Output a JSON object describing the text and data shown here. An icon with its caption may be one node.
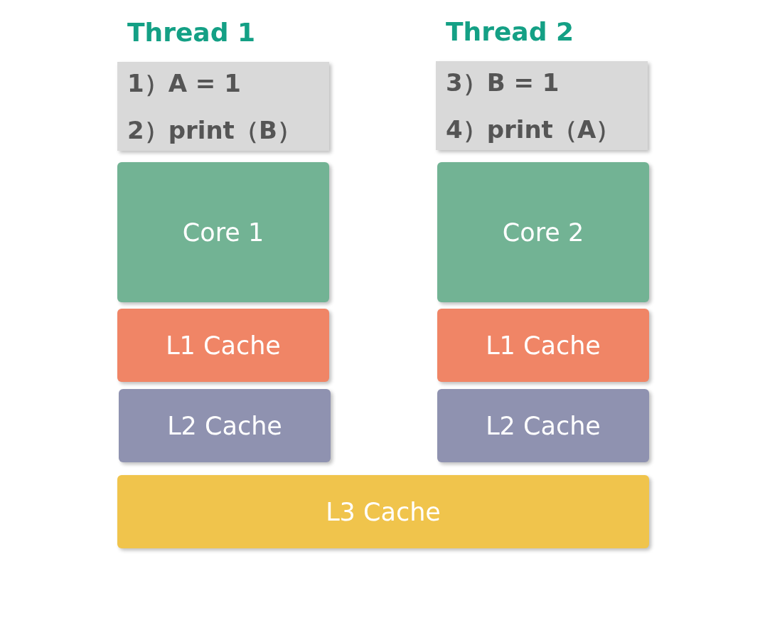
{
  "diagram": {
    "nodes": [
      {
        "text": [
          "Thread 1",
          "1）A = 1",
          "2）print（B）"
        ]
      },
      {
        "text": [
          "Thread 2",
          "3）B = 1",
          "4）print（A）"
        ]
      },
      {
        "text": [
          "Core 1"
        ]
      },
      {
        "text": [
          "Core 2"
        ]
      },
      {
        "text": [
          "L1 Cache"
        ]
      },
      {
        "text": [
          "L1 Cache"
        ]
      },
      {
        "text": [
          "L2 Cache"
        ]
      },
      {
        "text": [
          "L2 Cache"
        ]
      },
      {
        "text": [
          "L3 Cache"
        ]
      }
    ]
  }
}
